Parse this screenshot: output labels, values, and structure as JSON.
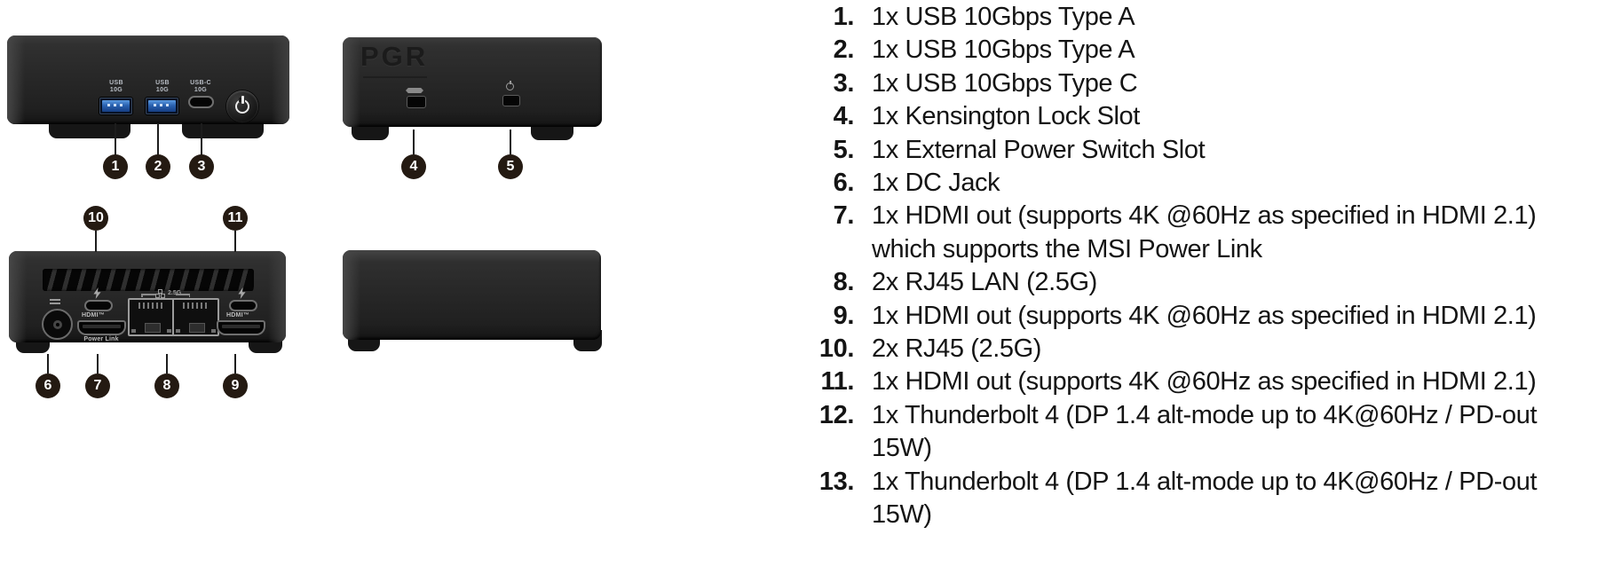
{
  "callouts": {
    "c1": "1",
    "c2": "2",
    "c3": "3",
    "c4": "4",
    "c5": "5",
    "c6": "6",
    "c7": "7",
    "c8": "8",
    "c9": "9",
    "c10": "10",
    "c11": "11"
  },
  "front_view": {
    "usb_a1": {
      "line1": "USB",
      "line2": "10G"
    },
    "usb_a2": {
      "line1": "USB",
      "line2": "10G"
    },
    "usb_c": {
      "line1": "USB-C",
      "line2": "10G"
    }
  },
  "lock_view": {
    "logo": "PGR"
  },
  "rear_view": {
    "hdmi_left_label": "HDMI™",
    "hdmi_right_label": "HDMI™",
    "power_link_label": "Power Link",
    "lan_speed_label": "2.5G"
  },
  "port_list": {
    "items": [
      {
        "num": "1.",
        "text": "1x USB 10Gbps Type A"
      },
      {
        "num": "2.",
        "text": "1x USB 10Gbps Type A"
      },
      {
        "num": "3.",
        "text": "1x USB 10Gbps Type C"
      },
      {
        "num": "4.",
        "text": "1x Kensington Lock Slot"
      },
      {
        "num": "5.",
        "text": "1x External Power Switch Slot"
      },
      {
        "num": "6.",
        "text": "1x DC Jack"
      },
      {
        "num": "7.",
        "text": "1x HDMI out (supports 4K @60Hz as specified in HDMI 2.1)\nwhich supports the MSI Power Link"
      },
      {
        "num": "8.",
        "text": "2x RJ45 LAN (2.5G)"
      },
      {
        "num": "9.",
        "text": "1x HDMI out (supports 4K @60Hz as specified in HDMI 2.1)"
      },
      {
        "num": "10.",
        "text": "2x RJ45 (2.5G)"
      },
      {
        "num": "11.",
        "text": "1x HDMI out (supports 4K @60Hz as specified in HDMI 2.1)"
      },
      {
        "num": "12.",
        "text": "1x Thunderbolt 4 (DP 1.4 alt-mode up to 4K@60Hz / PD-out\n15W)"
      },
      {
        "num": "13.",
        "text": "1x Thunderbolt 4 (DP 1.4 alt-mode up to 4K@60Hz / PD-out\n15W)"
      }
    ]
  }
}
